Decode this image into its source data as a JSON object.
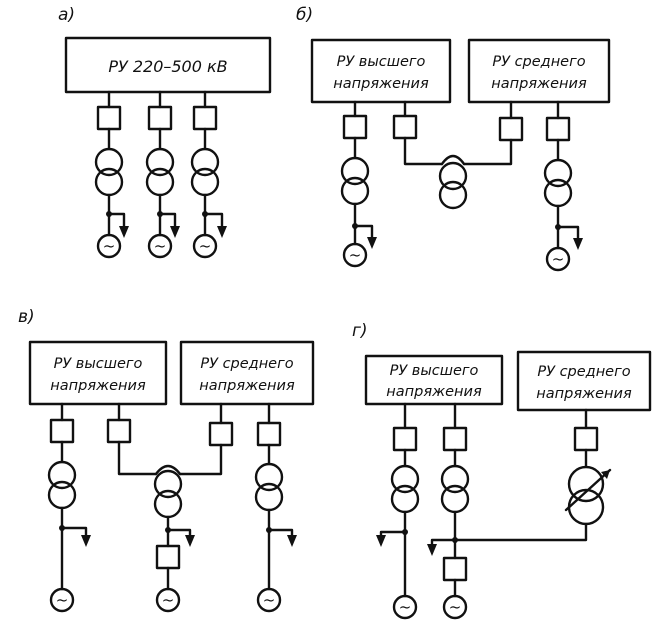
{
  "panels": {
    "a": {
      "tag": "а)",
      "ru_label": "РУ 220–500 кВ",
      "generator_symbol": "~"
    },
    "b": {
      "tag": "б)",
      "ru_high": [
        "РУ высшего",
        "напряжения"
      ],
      "ru_mid": [
        "РУ среднего",
        "напряжения"
      ],
      "generator_symbol": "~"
    },
    "v": {
      "tag": "в)",
      "ru_high": [
        "РУ высшего",
        "напряжения"
      ],
      "ru_mid": [
        "РУ среднего",
        "напряжения"
      ],
      "generator_symbol": "~"
    },
    "g": {
      "tag": "г)",
      "ru_high": [
        "РУ высшего",
        "напряжения"
      ],
      "ru_mid": [
        "РУ среднего",
        "напряжения"
      ],
      "generator_symbol": "~"
    }
  },
  "icons": {
    "breaker": "breaker-icon",
    "transformer": "two-winding-transformer-icon",
    "autotransformer": "autotransformer-icon",
    "regulating_transformer": "regulating-transformer-icon",
    "generator": "generator-icon",
    "load_tap": "load-arrow-icon"
  },
  "line_color": "#111111"
}
